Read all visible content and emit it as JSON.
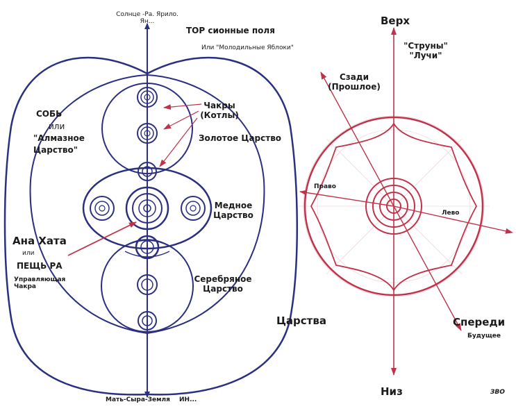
{
  "left": {
    "sun": [
      "Солнце -Ра. Ярило.",
      "Ян..."
    ],
    "tor": "ТОР сионные поля",
    "apples": "Или  \"Молодильные Яблоки\"",
    "sob": [
      "СОБЬ",
      "или",
      "\"Алмазное",
      "Царство\""
    ],
    "chakras": [
      "Чакры",
      "(Котлы)"
    ],
    "gold": "Золотое Царство",
    "copper": [
      "Медное",
      "Царство"
    ],
    "anahata": "Ана Хата",
    "ili": "или",
    "cave": "ПЕЩЬ РА",
    "control": [
      "Управляющая",
      "Чакра"
    ],
    "silver": [
      "Серебряное",
      "Царство"
    ],
    "kingdoms": "Царства",
    "earth": "Мать-Сыра-Земля",
    "in": "ИН...",
    "colors": {
      "ink": "#2a2f7f"
    }
  },
  "right": {
    "top": "Верх",
    "strings": [
      "\"Струны\"",
      "\"Лучи\""
    ],
    "behind": [
      "Сзади",
      "(Прошлое)"
    ],
    "right_label": "Право",
    "left_label": "Лево",
    "front": "Спереди",
    "future": "Будущее",
    "bottom": "Низ",
    "signature": "ЗВО",
    "colors": {
      "ink": "#c0324a"
    }
  }
}
